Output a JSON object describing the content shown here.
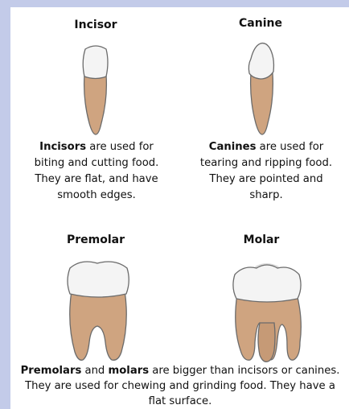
{
  "teeth": {
    "incisor": {
      "title": "Incisor",
      "desc_bold": "Incisors",
      "desc_rest": " are used for biting and cutting food. They are flat, and have smooth edges."
    },
    "canine": {
      "title": "Canine",
      "desc_bold": "Canines",
      "desc_rest": " are used for tearing and ripping food. They are pointed and sharp."
    },
    "premolar": {
      "title": "Premolar"
    },
    "molar": {
      "title": "Molar"
    }
  },
  "footer": {
    "bold1": "Premolars",
    "mid": " and ",
    "bold2": "molars",
    "rest": " are bigger than incisors or canines. They are used for chewing and grinding food. They have a flat surface."
  },
  "colors": {
    "border": "#c3cbe9",
    "root": "#cfa480",
    "crown": "#f4f4f4"
  }
}
